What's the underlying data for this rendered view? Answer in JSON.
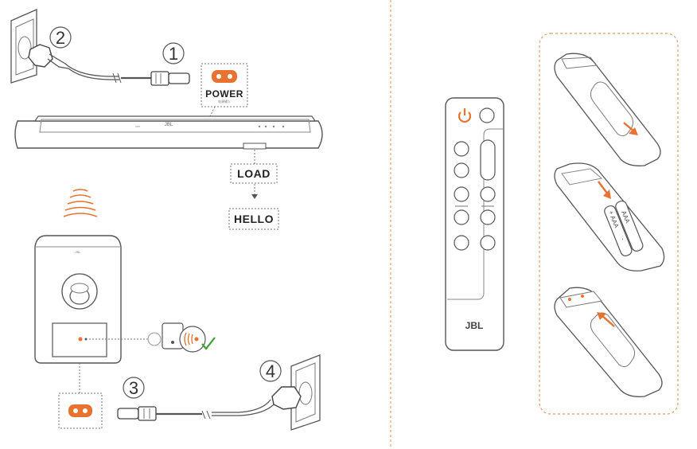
{
  "setup": {
    "steps": [
      "1",
      "2",
      "3",
      "4"
    ],
    "soundbar_power_label": "POWER",
    "soundbar_power_sublabel": "电源输入",
    "soundbar_brand": "JBL",
    "display_load": "LOAD",
    "display_hello": "HELLO",
    "subwoofer_brand": "JBL"
  },
  "remote": {
    "brand": "JBL",
    "battery_labels": [
      "AAA",
      "AAA"
    ],
    "battery_polarity": [
      "+",
      "-"
    ]
  },
  "colors": {
    "accent": "#e8722f",
    "ok_check": "#3ea035",
    "dashed_frame": "#e39b6b"
  }
}
